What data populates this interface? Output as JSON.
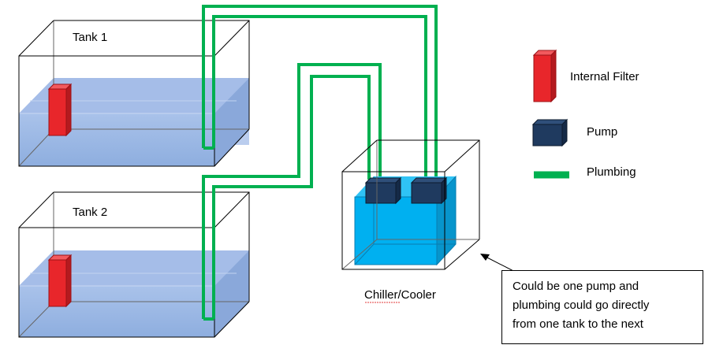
{
  "tanks": [
    {
      "label": "Tank 1"
    },
    {
      "label": "Tank 2"
    }
  ],
  "chiller": {
    "label": "Chiller/Cooler"
  },
  "legend": [
    {
      "label": "Internal Filter",
      "icon": "filter-icon",
      "color": "#e8262b"
    },
    {
      "label": "Pump",
      "icon": "pump-icon",
      "color": "#1f3a5f"
    },
    {
      "label": "Plumbing",
      "icon": "plumbing-icon",
      "color": "#00b050"
    }
  ],
  "note": {
    "lines": [
      "Could be one pump and",
      "plumbing could go directly",
      "from one tank to the next"
    ]
  },
  "colors": {
    "water": "#9bb7e3",
    "chiller_water": "#00b0f0",
    "plumbing": "#00b050",
    "filter": "#e8262b",
    "pump": "#1f3a5f"
  }
}
